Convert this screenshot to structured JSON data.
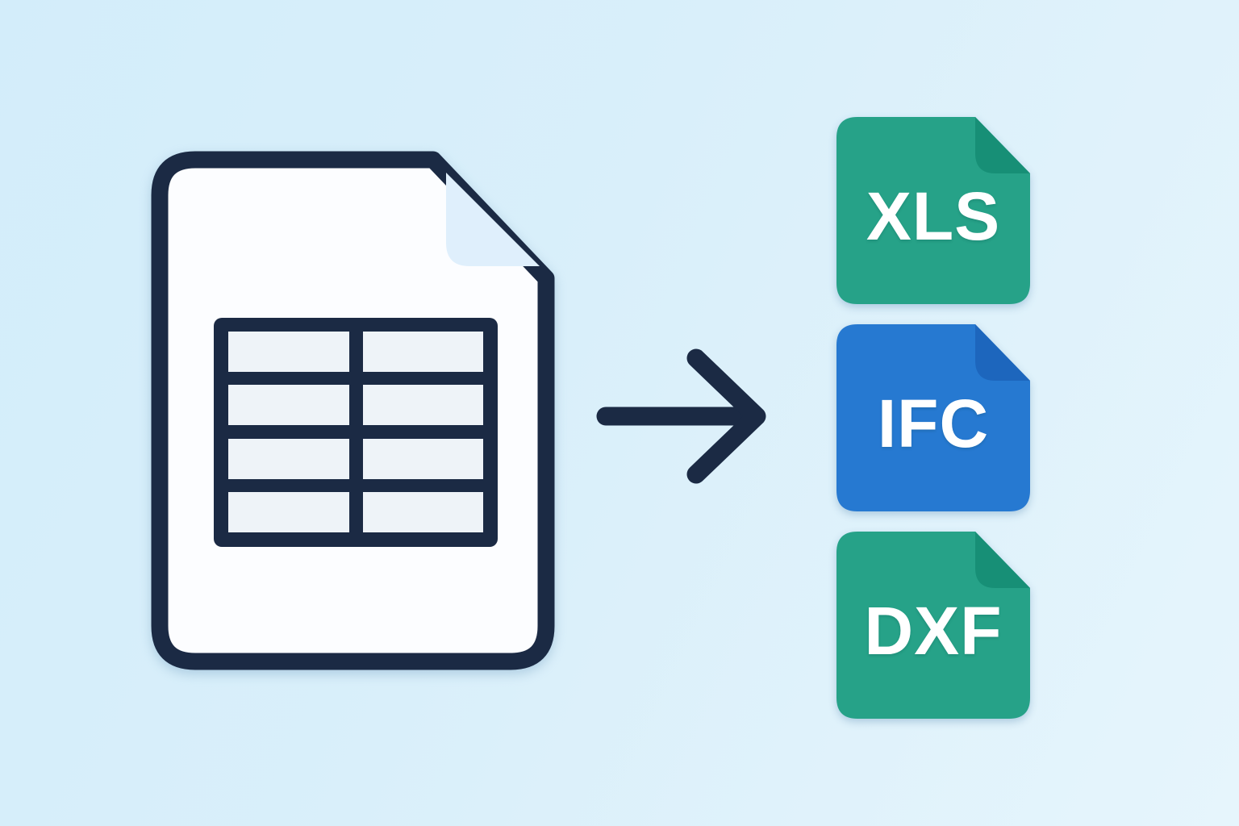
{
  "colors": {
    "background_top": "#d3edfa",
    "background_bottom": "#e6f5fc",
    "navy": "#1b2a44",
    "paper": "#fcfdff",
    "paper_flap": "#dfeffc",
    "table_cell": "#eef3f8",
    "label_text": "#ffffff"
  },
  "document": {
    "icon": "spreadsheet-document-icon",
    "table_rows": 4,
    "table_columns": 2
  },
  "arrow": {
    "icon": "right-arrow-icon",
    "direction": "right"
  },
  "badges": [
    {
      "label": "XLS",
      "color": "#26a288",
      "fold_color": "#178f76"
    },
    {
      "label": "IFC",
      "color": "#2679d1",
      "fold_color": "#1d66bd"
    },
    {
      "label": "DXF",
      "color": "#26a288",
      "fold_color": "#178f76"
    }
  ]
}
